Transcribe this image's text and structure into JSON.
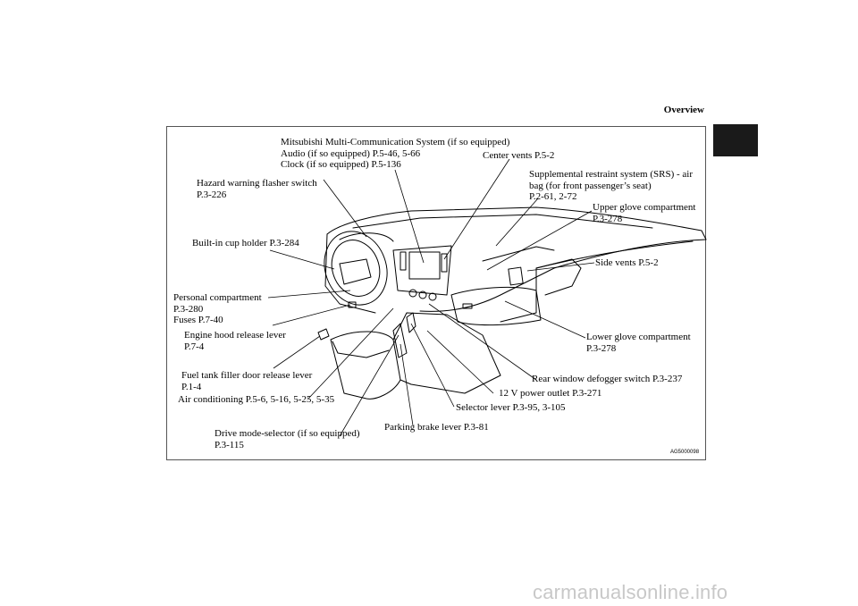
{
  "header": {
    "title": "Overview"
  },
  "diagram_code": "AG5000098",
  "watermark": "carmanualsonline.info",
  "labels": {
    "mmcs": "Mitsubishi Multi-Communication System (if so equipped)\nAudio (if so equipped) P.5-46, 5-66\nClock (if so equipped) P.5-136",
    "center_vents": "Center vents P.5-2",
    "srs": "Supplemental restraint system (SRS) - air\nbag (for front passenger’s seat)\nP.2-61, 2-72",
    "upper_glove": "Upper glove compartment\nP.3-278",
    "side_vents": "Side vents P.5-2",
    "lower_glove": "Lower glove compartment\nP.3-278",
    "rear_defogger": "Rear window defogger switch P.3-237",
    "power_outlet": "12 V power outlet P.3-271",
    "selector_lever": "Selector lever P.3-95, 3-105",
    "parking_brake": "Parking brake lever P.3-81",
    "drive_mode": "Drive mode-selector (if so equipped)\nP.3-115",
    "air_conditioning": "Air conditioning P.5-6, 5-16, 5-25, 5-35",
    "fuel_filler": "Fuel tank filler door release lever\nP.1-4",
    "hood_release": "Engine hood release lever\nP.7-4",
    "personal_compartment": "Personal compartment\nP.3-280\nFuses P.7-40",
    "cup_holder": "Built-in cup holder P.3-284",
    "hazard": "Hazard warning flasher switch\nP.3-226"
  }
}
